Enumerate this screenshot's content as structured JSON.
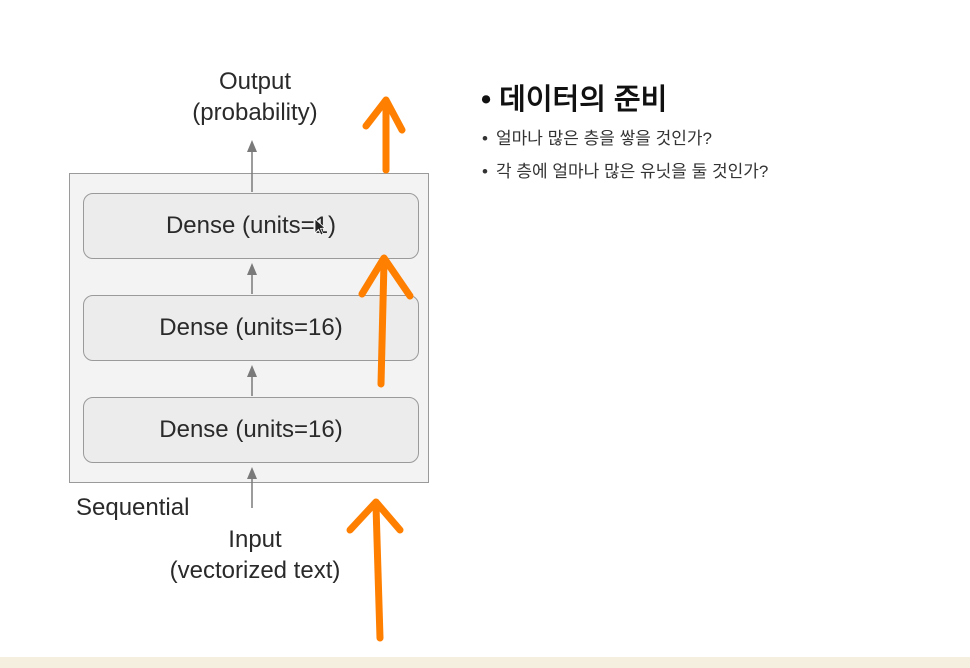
{
  "diagram": {
    "output_label": [
      "Output",
      "(probability)"
    ],
    "input_label": [
      "Input",
      "(vectorized text)"
    ],
    "container_label": "Sequential",
    "layers": [
      {
        "label": "Dense (units=1)"
      },
      {
        "label": "Dense (units=16)"
      },
      {
        "label": "Dense (units=16)"
      }
    ]
  },
  "notes": {
    "title": "데이터의 준비",
    "bullet_char": "•",
    "items": [
      "얼마나 많은 층을 쌓을 것인가?",
      "각 층에 얼마나 많은 유닛을 둘 것인가?"
    ]
  },
  "annotation_color": "#ff7f00",
  "diagram_colors": {
    "border": "#9a9a9a",
    "arrow": "#7a7a7a"
  }
}
